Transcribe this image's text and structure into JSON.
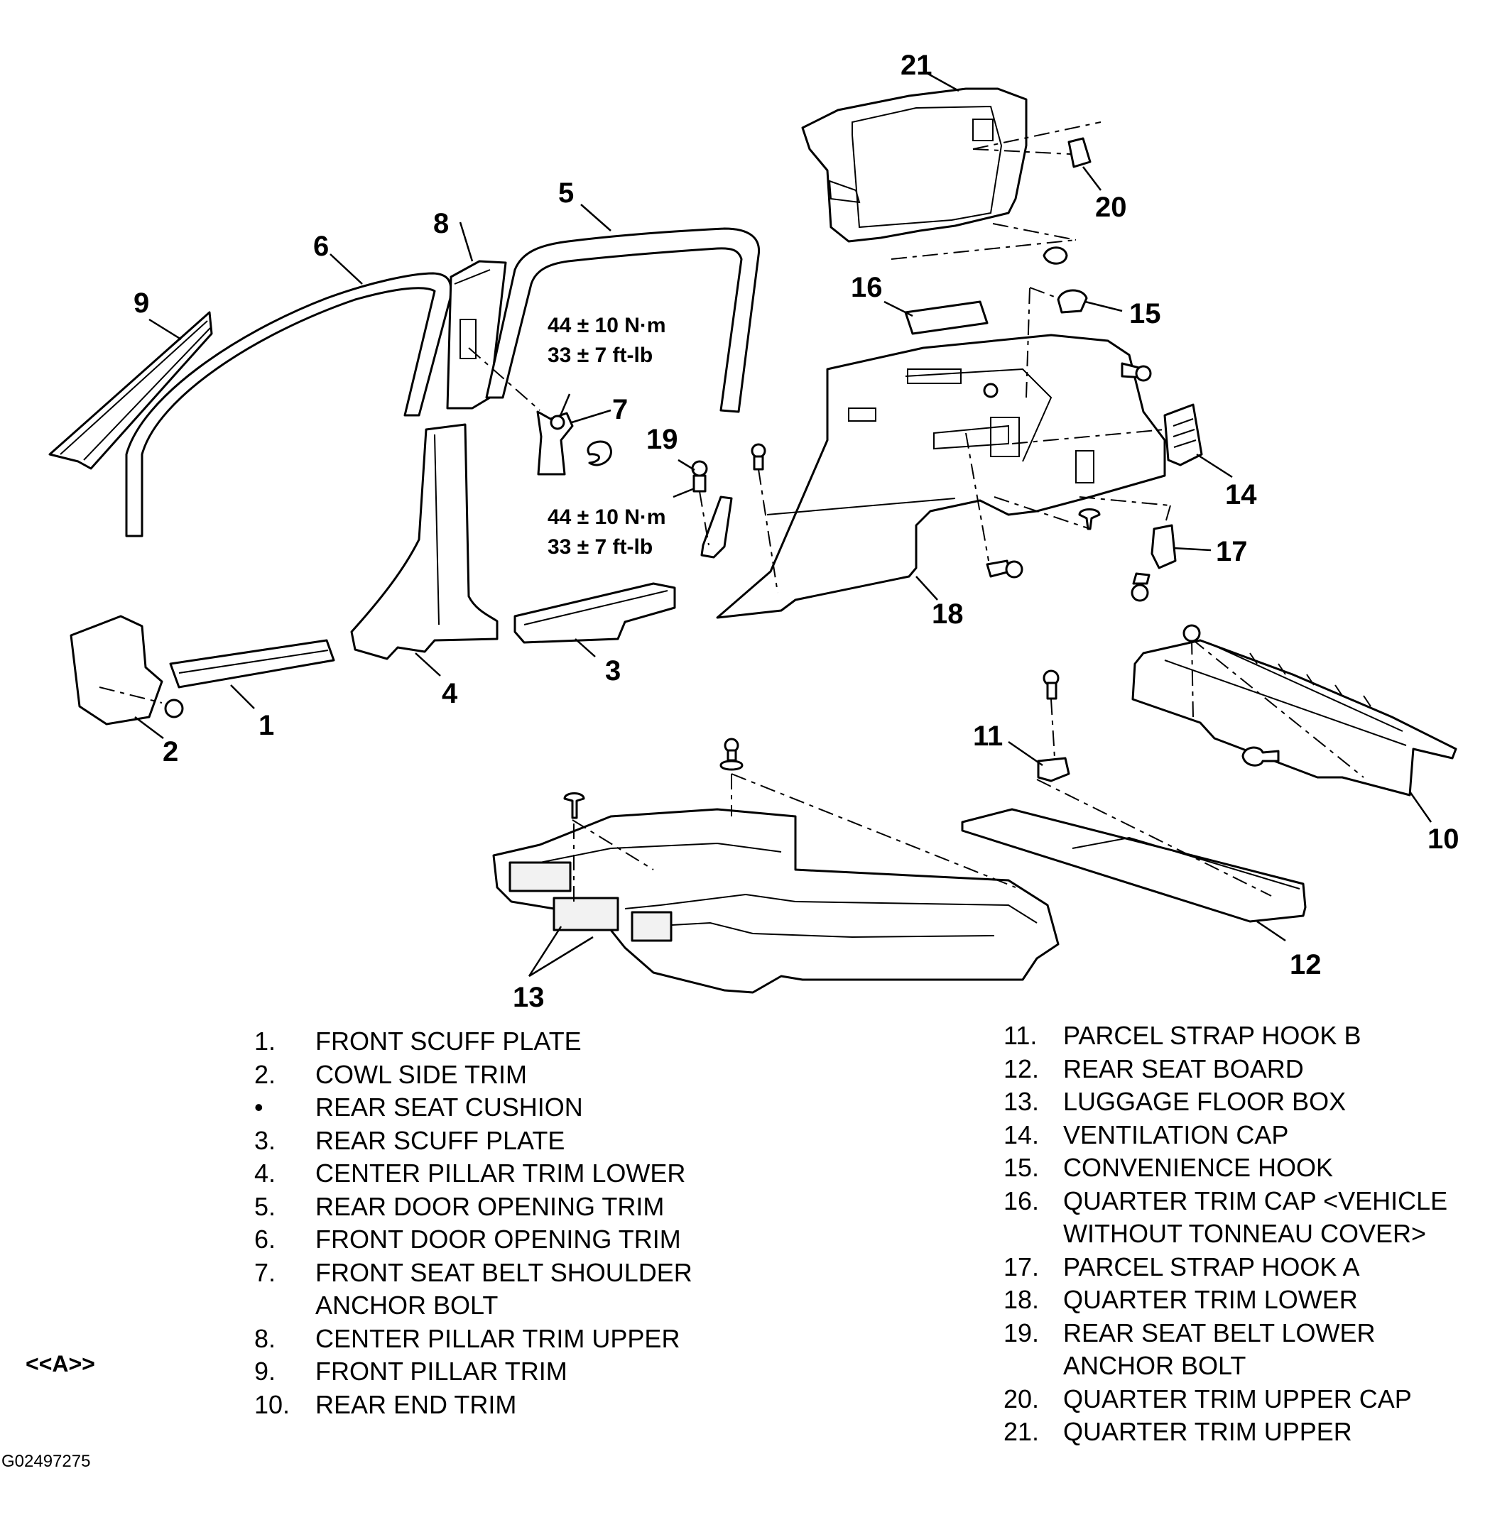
{
  "callouts": {
    "c1": "1",
    "c2": "2",
    "c3": "3",
    "c4": "4",
    "c5": "5",
    "c6": "6",
    "c7": "7",
    "c8": "8",
    "c9": "9",
    "c10": "10",
    "c11": "11",
    "c12": "12",
    "c13": "13",
    "c14": "14",
    "c15": "15",
    "c16": "16",
    "c17": "17",
    "c18": "18",
    "c19": "19",
    "c20": "20",
    "c21": "21"
  },
  "torque_specs": [
    {
      "metric": "44 ± 10 N·m",
      "imperial": "33 ± 7 ft-lb"
    },
    {
      "metric": "44 ± 10 N·m",
      "imperial": "33 ± 7 ft-lb"
    }
  ],
  "legend_left": [
    {
      "num": "1.",
      "text": "FRONT SCUFF PLATE"
    },
    {
      "num": "2.",
      "text": "COWL SIDE TRIM"
    },
    {
      "num": "•",
      "text": "REAR SEAT CUSHION"
    },
    {
      "num": "3.",
      "text": "REAR SCUFF PLATE"
    },
    {
      "num": "4.",
      "text": "CENTER PILLAR TRIM LOWER"
    },
    {
      "num": "5.",
      "text": "REAR DOOR OPENING TRIM"
    },
    {
      "num": "6.",
      "text": "FRONT DOOR OPENING TRIM"
    },
    {
      "num": "7.",
      "text": "FRONT SEAT BELT SHOULDER"
    },
    {
      "num": "",
      "text": "ANCHOR BOLT"
    },
    {
      "num": "8.",
      "text": "CENTER PILLAR TRIM UPPER"
    },
    {
      "num": "9.",
      "text": "FRONT PILLAR TRIM"
    },
    {
      "num": "10.",
      "text": "REAR END TRIM"
    }
  ],
  "legend_right": [
    {
      "num": "11.",
      "text": "PARCEL STRAP HOOK B"
    },
    {
      "num": "12.",
      "text": "REAR SEAT BOARD"
    },
    {
      "num": "13.",
      "text": "LUGGAGE FLOOR BOX"
    },
    {
      "num": "14.",
      "text": "VENTILATION CAP"
    },
    {
      "num": "15.",
      "text": "CONVENIENCE HOOK"
    },
    {
      "num": "16.",
      "text": "QUARTER TRIM CAP <VEHICLE"
    },
    {
      "num": "",
      "text": "WITHOUT TONNEAU COVER>"
    },
    {
      "num": "17.",
      "text": "PARCEL STRAP HOOK A"
    },
    {
      "num": "18.",
      "text": "QUARTER TRIM LOWER"
    },
    {
      "num": "19.",
      "text": "REAR SEAT BELT LOWER"
    },
    {
      "num": "",
      "text": "ANCHOR BOLT"
    },
    {
      "num": "20.",
      "text": "QUARTER TRIM UPPER CAP"
    },
    {
      "num": "21.",
      "text": "QUARTER TRIM UPPER"
    }
  ],
  "section_tag": "<<A>>",
  "figure_id": "G02497275"
}
